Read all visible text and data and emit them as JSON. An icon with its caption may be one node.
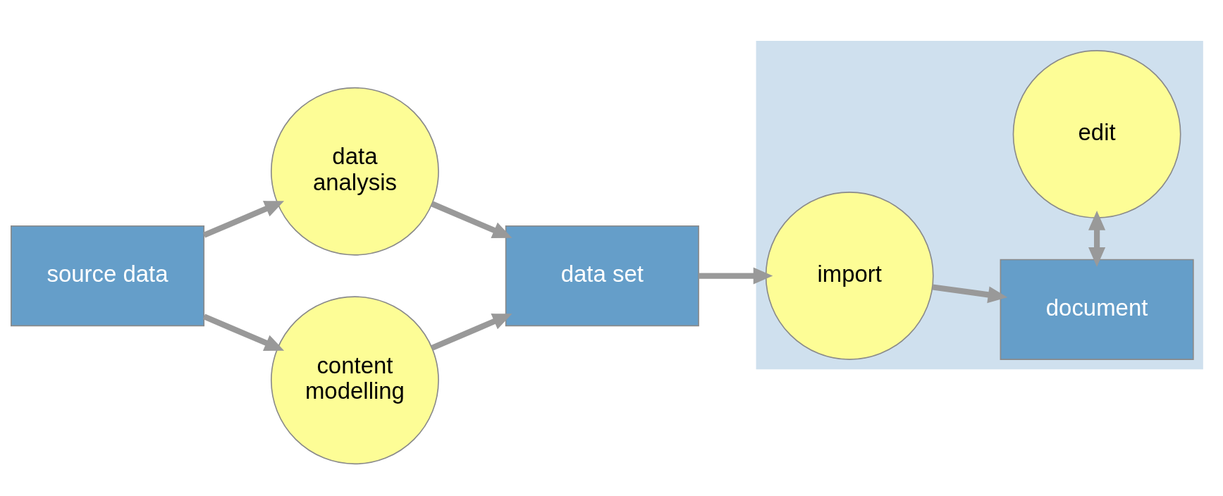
{
  "diagram": {
    "nodes": [
      {
        "text": [
          "source data"
        ]
      },
      {
        "text": [
          "data analysis"
        ]
      },
      {
        "text": [
          "content modelling"
        ]
      },
      {
        "text": [
          "data set"
        ]
      },
      {
        "text": [],
        "shape": "box"
      },
      {
        "text": [
          "edit"
        ],
        "in": 4
      },
      {
        "text": [
          "import"
        ],
        "in": 4
      },
      {
        "text": [
          "document"
        ],
        "in": 4
      }
    ],
    "edges": [
      {
        "from": 0,
        "to": 1,
        "arrow": "to"
      },
      {
        "from": 0,
        "to": 2,
        "arrow": "to"
      },
      {
        "from": 1,
        "to": 3,
        "arrow": "to"
      },
      {
        "from": 2,
        "to": 3,
        "arrow": "to"
      },
      {
        "from": 3,
        "to": 6,
        "arrow": "to"
      },
      {
        "from": 6,
        "to": 7,
        "arrow": "to"
      },
      {
        "from": 5,
        "to": 7,
        "arrow": "both"
      }
    ]
  }
}
